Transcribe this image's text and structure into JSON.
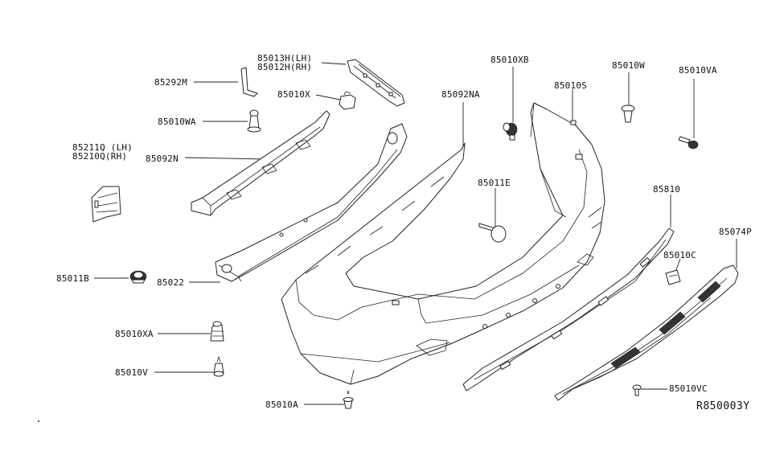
{
  "labels": {
    "p85013H": "85013H(LH)",
    "p85012H": "85012H(RH)",
    "p85292M": "85292M",
    "p85010X": "85010X",
    "p85010WA": "85010WA",
    "p85211Q": "85211Q (LH)",
    "p85210Q": "85210Q(RH)",
    "p85092N": "85092N",
    "p85011B": "85011B",
    "p85022": "85022",
    "p85010XA": "85010XA",
    "p85010V": "85010V",
    "p85010A": "85010A",
    "p85092NA": "85092NA",
    "p85010XB": "85010XB",
    "p85010S": "85010S",
    "p85011E": "85011E",
    "p85010W": "85010W",
    "p85010VA": "85010VA",
    "p85810": "85810",
    "p85074P": "85074P",
    "p85010C": "85010C",
    "p85010VC": "85010VC"
  },
  "diagram_code": "R850003Y"
}
